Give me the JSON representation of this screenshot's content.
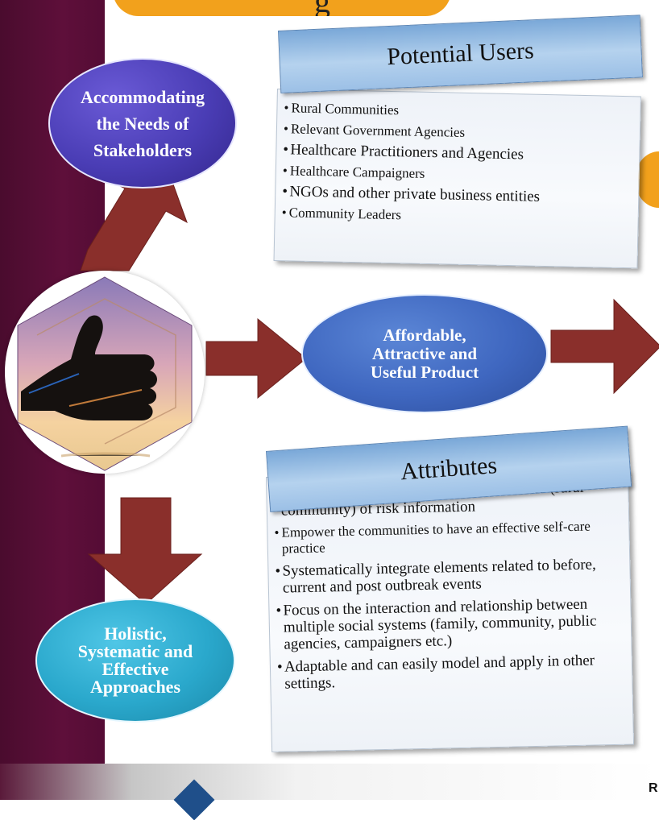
{
  "banner": {
    "visible_fragment": "g"
  },
  "nodes": {
    "stakeholders": [
      "Accommodating",
      "the Needs of",
      "Stakeholders"
    ],
    "product": [
      "Affordable,",
      "Attractive and",
      "Useful Product"
    ],
    "approaches": [
      "Holistic,",
      "Systematic and",
      "Effective",
      "Approaches"
    ]
  },
  "potential_users": {
    "title": "Potential Users",
    "items": [
      "Rural Communities",
      "Relevant Government Agencies",
      "Healthcare Practitioners and Agencies",
      "Healthcare Campaigners",
      "NGOs and other private business entities",
      "Community Leaders"
    ]
  },
  "attributes": {
    "title": "Attributes",
    "items": [
      "Clear identification of the target consumers (rural community) of risk information",
      "Empower the communities to have an effective self-care practice",
      "Systematically integrate elements related to before, current and post outbreak events",
      "Focus on the interaction and relationship between multiple social systems (family, community, public agencies, campaigners etc.)",
      "Adaptable and can easily model and apply in other settings."
    ]
  },
  "footer": {
    "corner_letter": "R"
  },
  "colors": {
    "sidebar": "#5e0f3a",
    "arrow": "#8a2f2b",
    "stakeholders_ellipse": "#4a3db5",
    "product_ellipse": "#3f67c0",
    "approaches_ellipse": "#2aa8cc",
    "panel_header": "#9cc0e6",
    "banner": "#f2a11c"
  },
  "icons": {
    "center_image": "thumbs-up-icon"
  }
}
